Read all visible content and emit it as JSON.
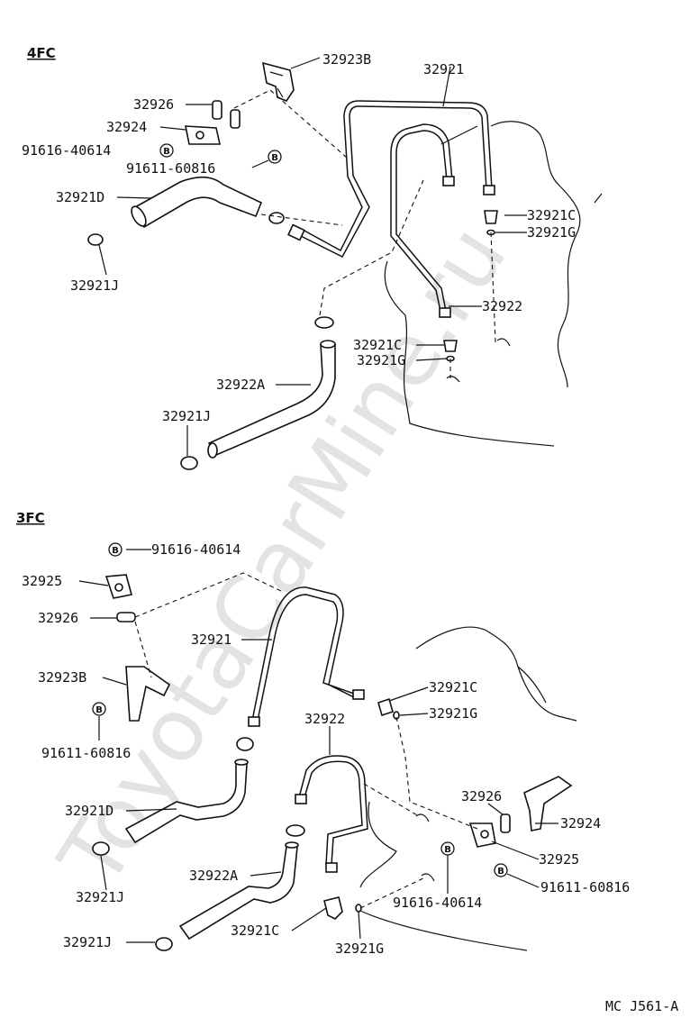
{
  "sections": [
    {
      "title": "4FC"
    },
    {
      "title": "3FC"
    }
  ],
  "bolt_letter": "B",
  "watermark": "ToyotaCarMine.ru",
  "figure_code": "MC J561-A",
  "labels": [
    "32923B",
    "32921",
    "32926",
    "32924",
    "91616-40614",
    "91611-60816",
    "32921D",
    "32921C",
    "32921G",
    "32921J",
    "32922",
    "32921C",
    "32921G",
    "32922A",
    "32921J",
    "91616-40614",
    "32925",
    "32926",
    "32921",
    "32923B",
    "91611-60816",
    "32921C",
    "32921G",
    "32922",
    "32921D",
    "32926",
    "32924",
    "32925",
    "32921J",
    "32922A",
    "91611-60816",
    "91616-40614",
    "32921C",
    "32921J",
    "32921G"
  ]
}
